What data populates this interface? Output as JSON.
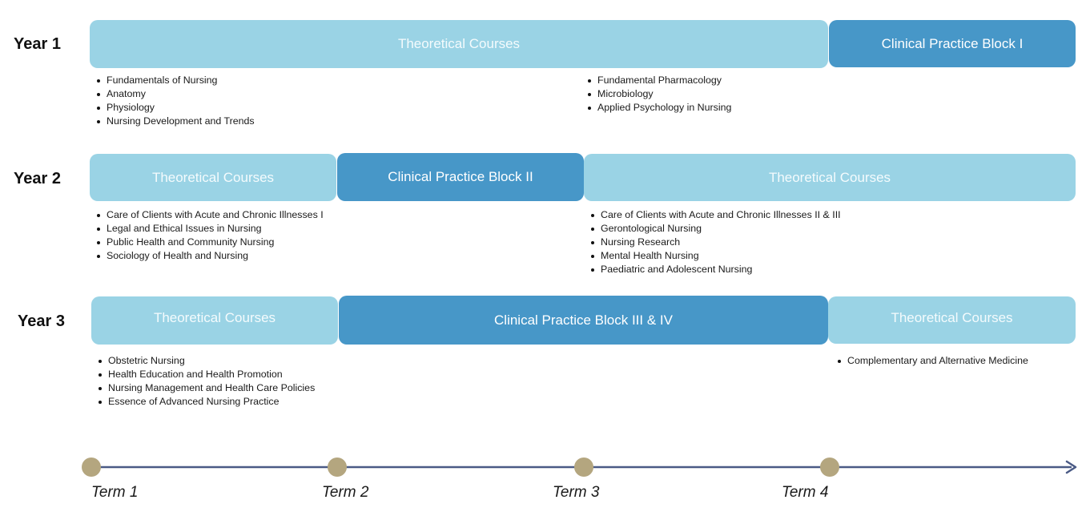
{
  "years": [
    {
      "label": "Year 1",
      "blocks": [
        "Theoretical Courses",
        "Clinical Practice Block I"
      ],
      "lists": [
        [
          "Fundamentals of Nursing",
          "Anatomy",
          "Physiology",
          "Nursing Development and Trends"
        ],
        [
          "Fundamental Pharmacology",
          "Microbiology",
          "Applied Psychology in Nursing"
        ]
      ]
    },
    {
      "label": "Year 2",
      "blocks": [
        "Theoretical Courses",
        "Clinical Practice Block II",
        "Theoretical Courses"
      ],
      "lists": [
        [
          "Care of Clients with Acute and Chronic Illnesses I",
          "Legal and Ethical Issues in Nursing",
          "Public Health and Community Nursing",
          "Sociology of Health and Nursing"
        ],
        [
          "Care of Clients with Acute and Chronic Illnesses II & III",
          "Gerontological Nursing",
          "Nursing Research",
          "Mental Health Nursing",
          "Paediatric and Adolescent Nursing"
        ]
      ]
    },
    {
      "label": "Year 3",
      "blocks": [
        "Theoretical Courses",
        "Clinical Practice Block III & IV",
        "Theoretical Courses"
      ],
      "lists": [
        [
          "Obstetric Nursing",
          "Health Education and Health Promotion",
          "Nursing Management and Health Care Policies",
          "Essence of Advanced Nursing Practice"
        ],
        [
          "Complementary and Alternative Medicine"
        ]
      ]
    }
  ],
  "terms": [
    "Term 1",
    "Term 2",
    "Term 3",
    "Term 4"
  ],
  "colors": {
    "theory": "#9ad3e5",
    "clinical": "#4797c8",
    "timeline": "#4a5a85",
    "marker": "#b4a67f"
  }
}
